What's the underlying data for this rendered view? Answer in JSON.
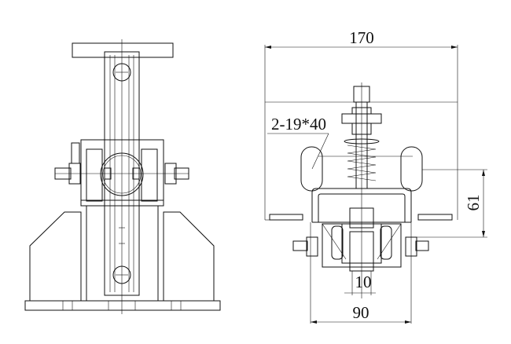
{
  "drawing": {
    "dimensions": {
      "overall_width": "170",
      "slot_spec": "2-19*40",
      "height": "61",
      "gap": "10",
      "base_width": "90"
    },
    "line_color": "#111111",
    "background": "#ffffff"
  }
}
